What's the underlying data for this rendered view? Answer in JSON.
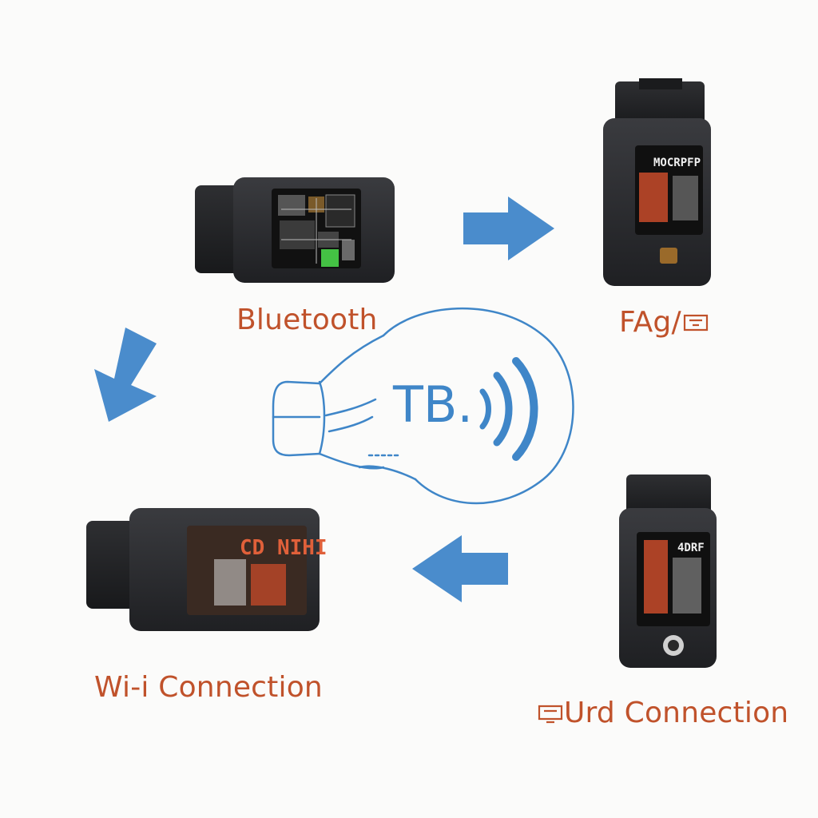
{
  "diagram": {
    "center_text": "TB.",
    "nodes": [
      {
        "id": "bluetooth",
        "label": "Bluetooth",
        "screen_lines": []
      },
      {
        "id": "fag",
        "label": "FAg/",
        "label_icon": "connector-icon",
        "screen_lines": [
          "MOCRPFP",
          "",
          "",
          "",
          ""
        ]
      },
      {
        "id": "wifi",
        "label": "Wi-i Connection",
        "screen_lines": [
          "CD NIHI"
        ]
      },
      {
        "id": "usb",
        "label": "Urd Connection",
        "label_icon": "connector-icon",
        "screen_lines": [
          "4DRF",
          "",
          "",
          ""
        ]
      }
    ],
    "arrows": [
      {
        "from": "bluetooth",
        "to": "fag",
        "direction": "right"
      },
      {
        "from": "bluetooth",
        "to": "wifi",
        "direction": "down-left"
      },
      {
        "from": "usb",
        "to": "wifi",
        "direction": "left"
      }
    ],
    "colors": {
      "arrow": "#4a8ccc",
      "label": "#c0522b",
      "device_body": "#2b2c2f",
      "line_art": "#3f86c8"
    }
  }
}
